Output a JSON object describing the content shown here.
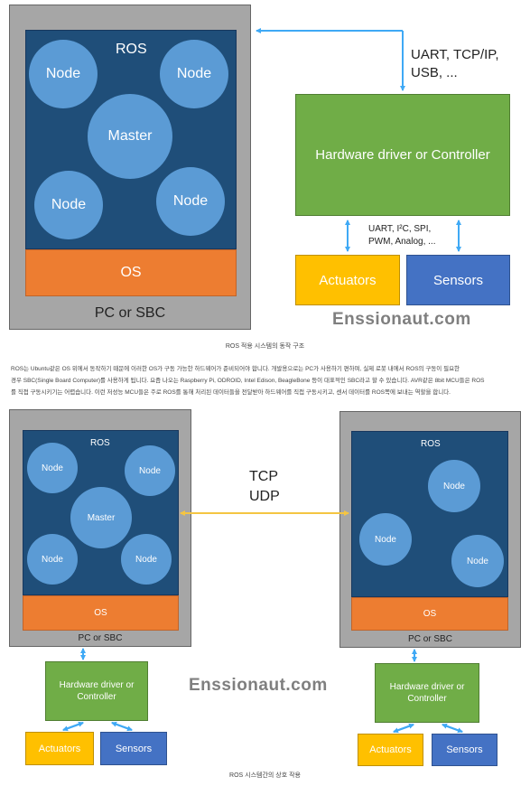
{
  "diagram1": {
    "ros_label": "ROS",
    "nodes": [
      "Node",
      "Node",
      "Node",
      "Node"
    ],
    "master": "Master",
    "os": "OS",
    "pc": "PC or SBC",
    "link_label_line1": "UART, TCP/IP,",
    "link_label_line2": "USB, ...",
    "hw": "Hardware driver or Controller",
    "bus_line1": "UART, I²C, SPI,",
    "bus_line2": "PWM, Analog, ...",
    "actuators": "Actuators",
    "sensors": "Sensors",
    "watermark": "Enssionaut.com"
  },
  "caption1": "ROS 적용 시스템의 동작 구조",
  "paragraph": {
    "line1": "ROS는 Ubuntu같은 OS 위에서 동작하기 때문에 이러한 OS가 구동 가능한 하드웨어가 준비되어야 합니다. 개발용으로는 PC가 사용하기 편하며, 실제 로봇 내에서 ROS의 구동이 필요한",
    "line2": "경우 SBC(Single Board Computer)를 사용하게 됩니다. 요즘 나오는 Raspberry Pi, ODROID, Intel Edison, BeagleBone 등이 대표적인 SBC라고 할 수 있습니다. AVR같은 8bit MCU들은 ROS",
    "line3": "를 직접 구동시키기는 어렵습니다. 이런 저성능 MCU들은 주로 ROS를 통해 처리된 데이터들을 전달받아 하드웨어를 직접 구동시키고, 센서 데이터를 ROS쪽에 보내는 역할을 합니다."
  },
  "diagram2": {
    "left": {
      "ros_label": "ROS",
      "nodes": [
        "Node",
        "Node",
        "Node",
        "Node"
      ],
      "master": "Master",
      "os": "OS",
      "pc": "PC or SBC",
      "hw_line1": "Hardware driver or",
      "hw_line2": "Controller",
      "actuators": "Actuators",
      "sensors": "Sensors"
    },
    "right": {
      "ros_label": "ROS",
      "nodes": [
        "Node",
        "Node",
        "Node"
      ],
      "os": "OS",
      "pc": "PC or SBC",
      "hw_line1": "Hardware driver or",
      "hw_line2": "Controller",
      "actuators": "Actuators",
      "sensors": "Sensors"
    },
    "link_line1": "TCP",
    "link_line2": "UDP",
    "watermark": "Enssionaut.com"
  },
  "caption2": "ROS 시스템간의 상호 작용",
  "colors": {
    "pc": "#a6a6a6",
    "ros": "#1f4e79",
    "node": "#5b9bd5",
    "os": "#ed7d31",
    "hw": "#70ad47",
    "actuators": "#ffc000",
    "sensors": "#4472c4",
    "arrow_blue": "#3fa9f5",
    "arrow_yellow": "#ffd966"
  }
}
